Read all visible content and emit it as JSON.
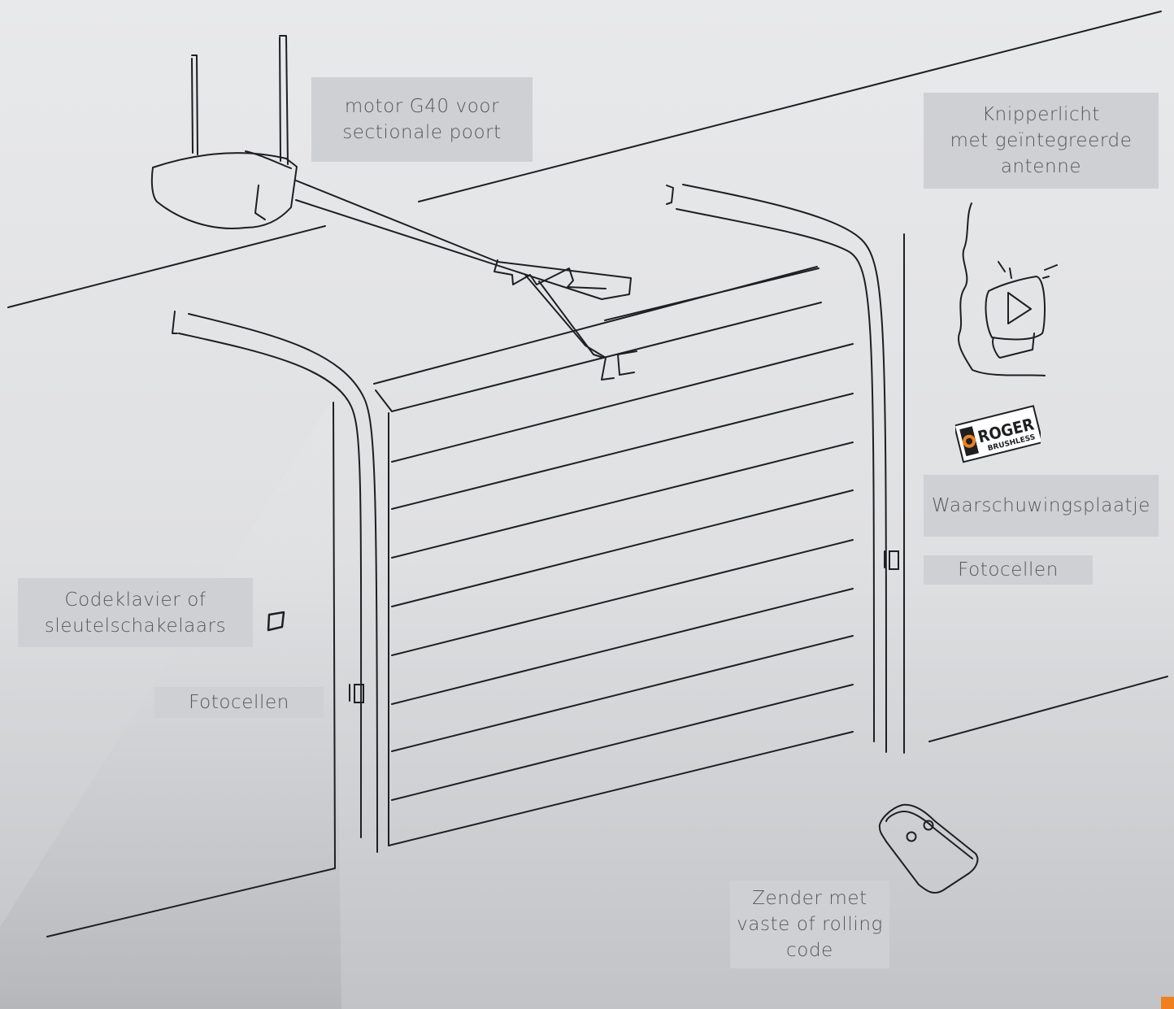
{
  "colors": {
    "bg_top": "#e8e9eb",
    "bg_bottom": "#c2c3c6",
    "line": "#1e1f22",
    "label_bg": "#cfd0d3",
    "label_text": "#55575b",
    "accent": "#f07f1d"
  },
  "labels": {
    "motor": [
      "motor G40 voor",
      "sectionale poort"
    ],
    "flasher": [
      "Knipperlicht",
      "met geïntegreerde",
      "antenne"
    ],
    "warning_plate": [
      "Waarschuwingsplaatje"
    ],
    "photocells_right": [
      "Fotocellen"
    ],
    "keypad": [
      "Codeklavier of",
      "sleutelschakelaars"
    ],
    "photocells_left": [
      "Fotocellen"
    ],
    "transmitter": [
      "Zender met",
      "vaste of rolling",
      "code"
    ]
  },
  "logo": {
    "brand": "ROGER",
    "sub": "BRUSHLESS"
  }
}
